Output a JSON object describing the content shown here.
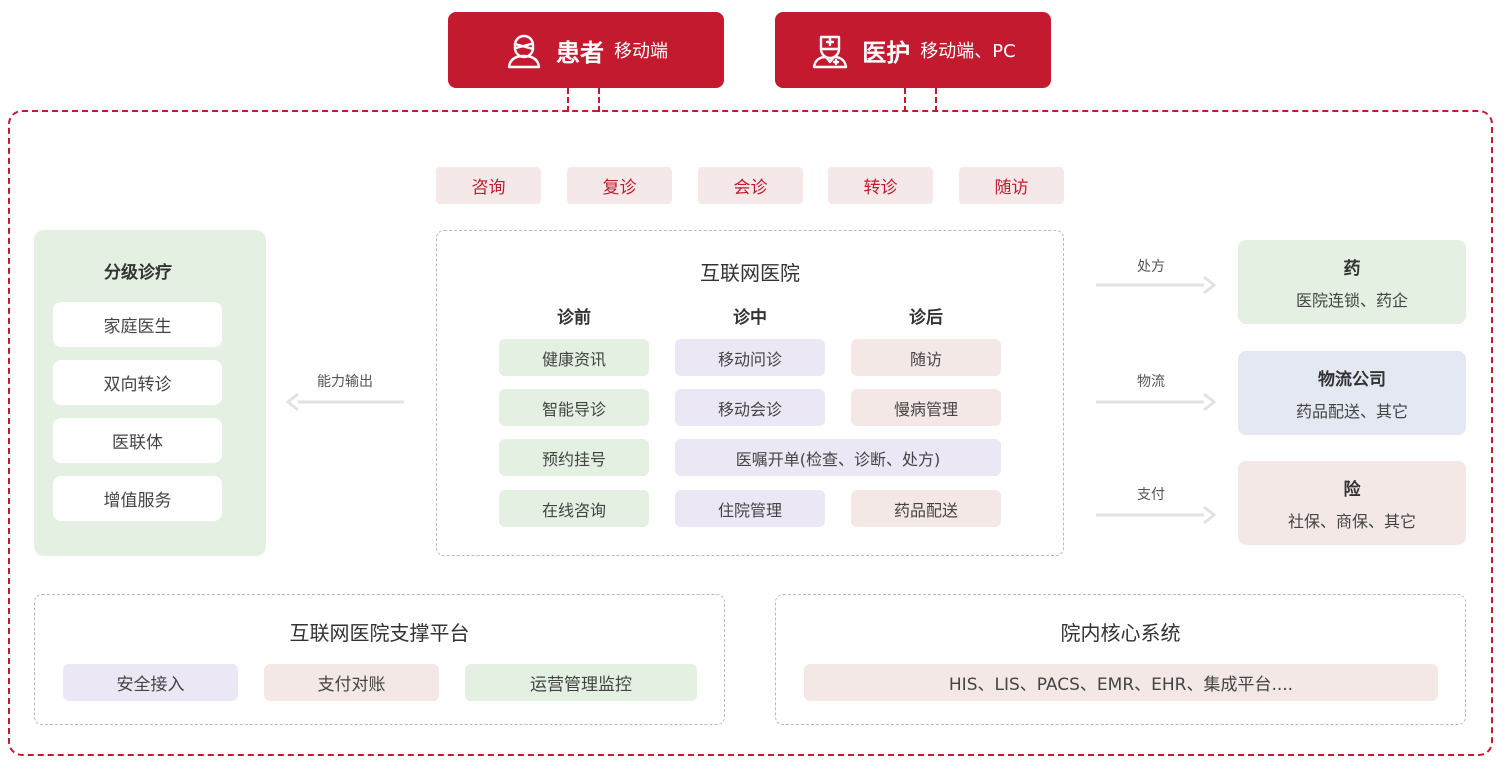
{
  "roles": [
    {
      "title": "患者",
      "sub": "移动端"
    },
    {
      "title": "医护",
      "sub": "移动端、PC"
    }
  ],
  "services": [
    "咨询",
    "复诊",
    "会诊",
    "转诊",
    "随访"
  ],
  "internet_hospital": {
    "title": "互联网医院",
    "phases": [
      "诊前",
      "诊中",
      "诊后"
    ],
    "pre": [
      "健康资讯",
      "智能导诊",
      "预约挂号",
      "在线咨询"
    ],
    "mid": [
      "移动问诊",
      "移动会诊",
      "医嘱开单(检查、诊断、处方)",
      "住院管理"
    ],
    "post": [
      "随访",
      "慢病管理",
      "药品配送"
    ]
  },
  "tiered_care": {
    "title": "分级诊疗",
    "items": [
      "家庭医生",
      "双向转诊",
      "医联体",
      "增值服务"
    ]
  },
  "capability_label": "能力输出",
  "partners": [
    {
      "arrow": "处方",
      "title": "药",
      "sub": "医院连锁、药企",
      "color": "#e3f0e2"
    },
    {
      "arrow": "物流",
      "title": "物流公司",
      "sub": "药品配送、其它",
      "color": "#e4e8f3"
    },
    {
      "arrow": "支付",
      "title": "险",
      "sub": "社保、商保、其它",
      "color": "#f4e8e7"
    }
  ],
  "support_platform": {
    "title": "互联网医院支撑平台",
    "items": [
      "安全接入",
      "支付对账",
      "运营管理监控"
    ]
  },
  "core_system": {
    "title": "院内核心系统",
    "items": "HIS、LIS、PACS、EMR、EHR、集成平台...."
  },
  "colors": {
    "brand_red": "#c41a2f",
    "green": "#e3f0e2",
    "purple": "#ebe7f4",
    "pink": "#f4e8e7",
    "blue": "#e4e8f3"
  }
}
